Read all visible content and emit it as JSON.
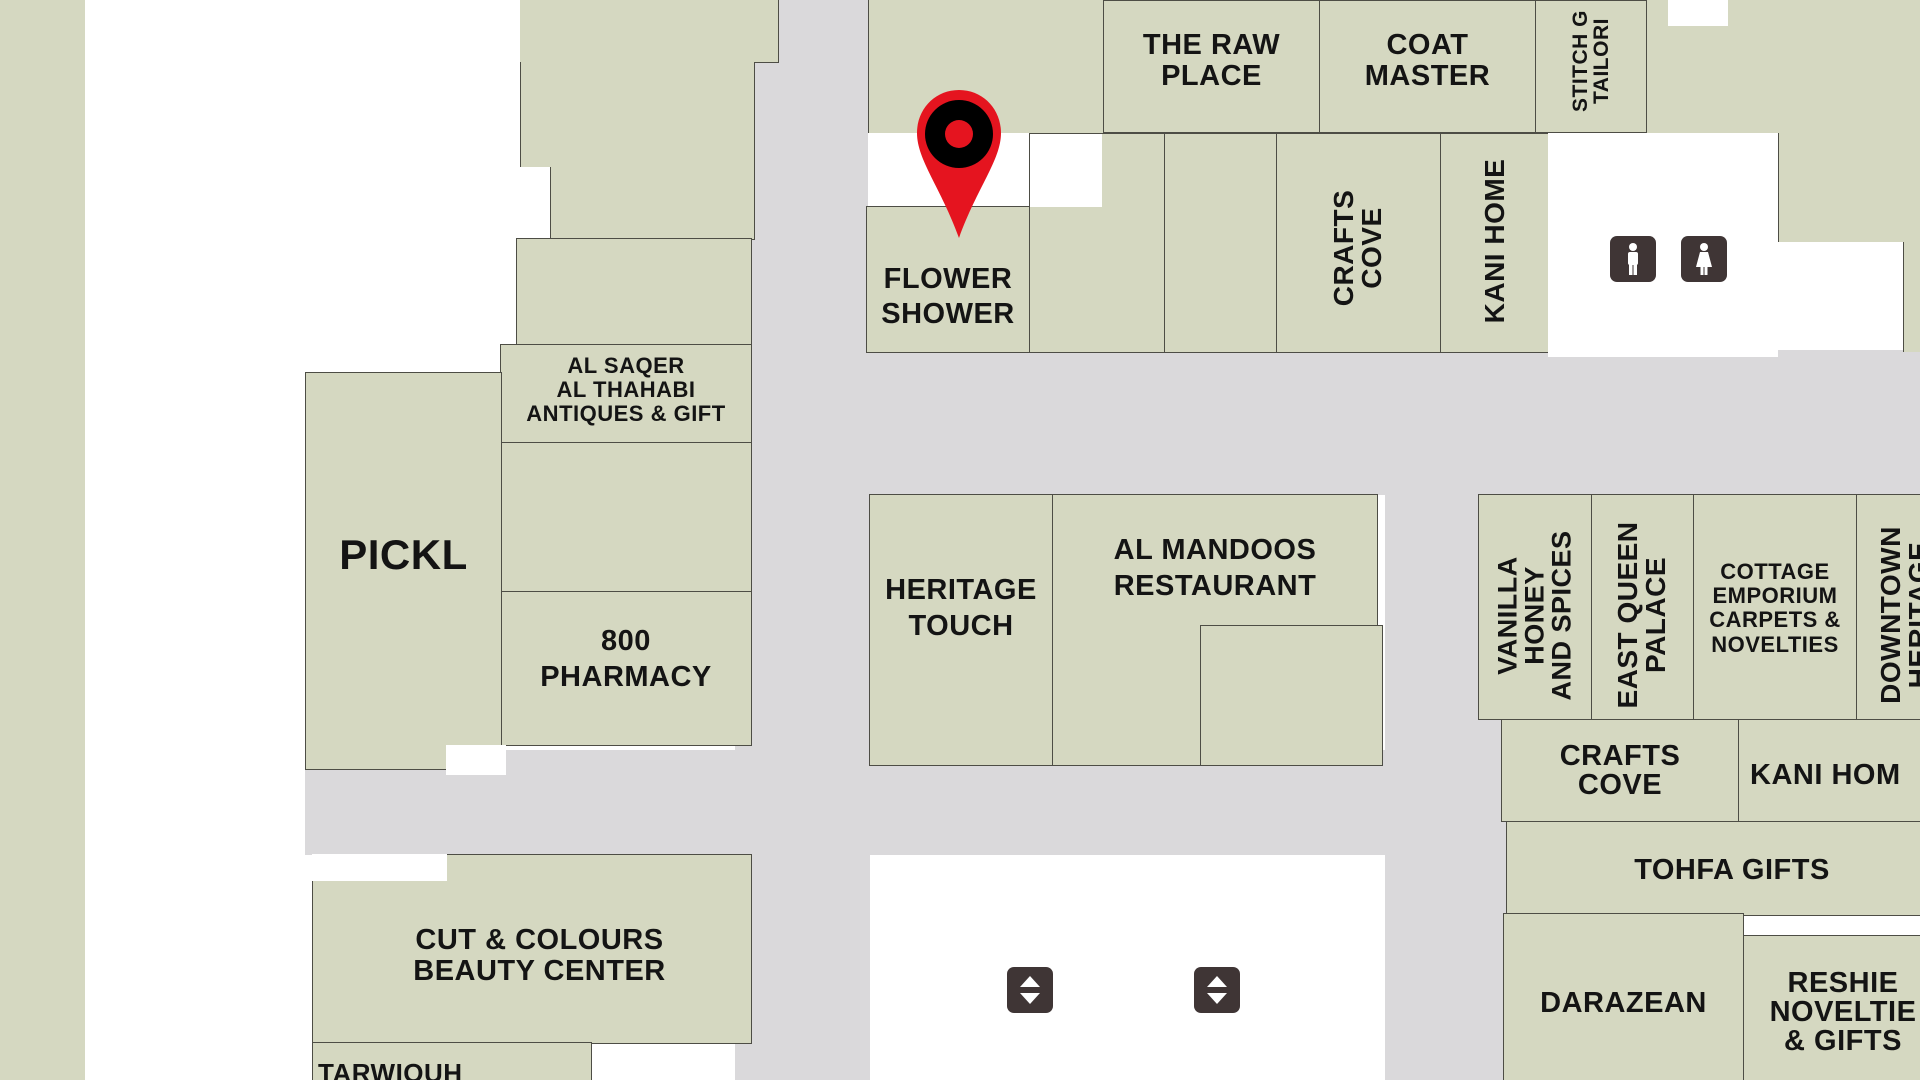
{
  "map": {
    "colors": {
      "shop_fill": "#d5d8c1",
      "corridor": "#dad9db",
      "outline": "#4d4d45",
      "marker": "#e5141f",
      "icon": "#3f3535"
    },
    "stores": {
      "raw_place": "THE RAW\nPLACE",
      "coat_master": "COAT\nMASTER",
      "stitch": "STITCH G\nTAILORI",
      "flower_shower": "FLOWER\nSHOWER",
      "crafts_cove_top": "CRAFTS\nCOVE",
      "kani_home_top": "KANI HOME",
      "al_saqer": "AL SAQER\nAL THAHABI\nANTIQUES & GIFT",
      "pickl": "PICKL",
      "pharmacy": "800\nPHARMACY",
      "heritage_touch": "HERITAGE\nTOUCH",
      "al_mandoos": "AL MANDOOS\nRESTAURANT",
      "vanilla": "VANILLA\nHONEY\nAND SPICES",
      "east_queen": "EAST QUEEN\nPALACE",
      "cottage": "COTTAGE\nEMPORIUM\nCARPETS &\nNOVELTIES",
      "downtown": "DOWNTOWN\nHERITAGE",
      "crafts_cove_bottom": "CRAFTS\nCOVE",
      "kani_home_bottom": "KANI HOM",
      "tohfa": "TOHFA GIFTS",
      "darazean": "DARAZEAN",
      "reshie": "RESHIE\nNOVELTIE\n& GIFTS",
      "cut_colours": "CUT & COLOURS\nBEAUTY CENTER",
      "tarwiquh": "TARWIQUH"
    },
    "facilities": {
      "restroom_men": "man-restroom-icon",
      "restroom_women": "woman-restroom-icon",
      "elevator_1": "elevator-icon",
      "elevator_2": "elevator-icon"
    },
    "marker": "location-pin-icon"
  }
}
